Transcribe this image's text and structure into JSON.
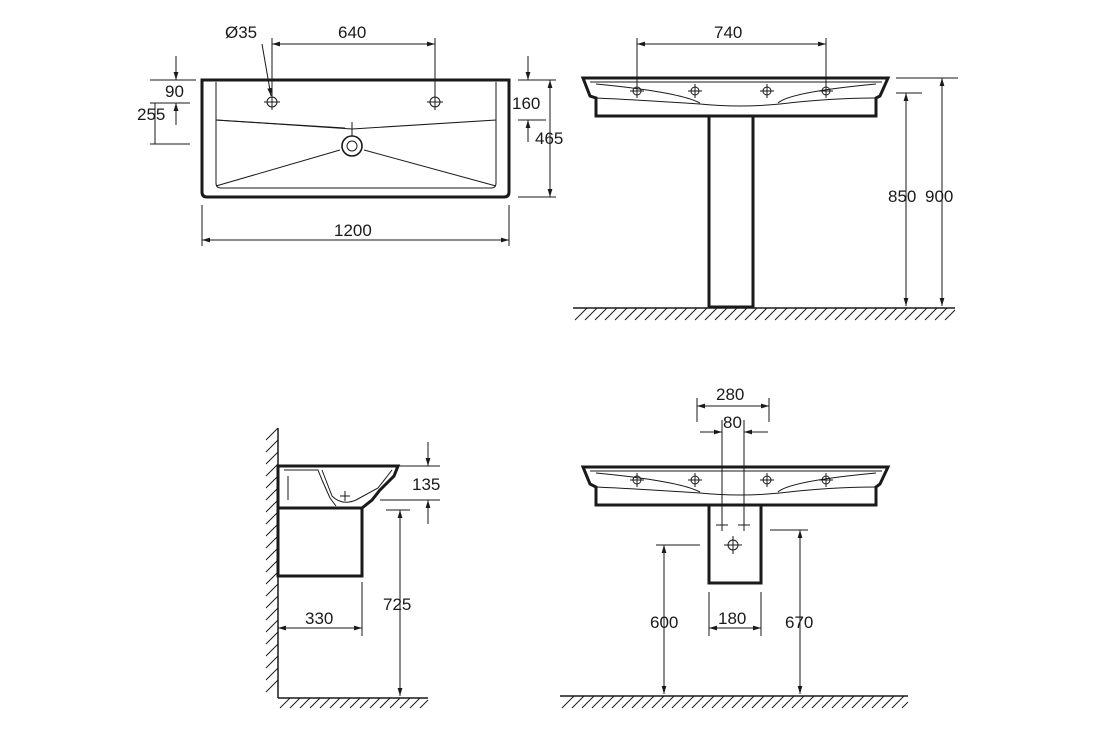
{
  "views": {
    "top": {
      "dims": {
        "hole_dia": "Ø35",
        "hole_spacing": "640",
        "edge_to_holes": "90",
        "edge_to_drain": "255",
        "top_right": "160",
        "depth": "465",
        "width": "1200"
      }
    },
    "front_pedestal": {
      "dims": {
        "tap_spacing": "740",
        "rim_height": "850",
        "overall_height": "900"
      }
    },
    "side_semi_pedestal": {
      "dims": {
        "bowl_depth": "135",
        "wall_projection": "330",
        "rim_height": "725"
      }
    },
    "front_semi_pedestal": {
      "dims": {
        "outlet_zone": "280",
        "outlet_offset": "80",
        "pedestal_width": "180",
        "outlet_height": "600",
        "pedestal_bottom": "670"
      }
    }
  },
  "colors": {
    "line": "#1a1a1a",
    "background": "#ffffff"
  }
}
